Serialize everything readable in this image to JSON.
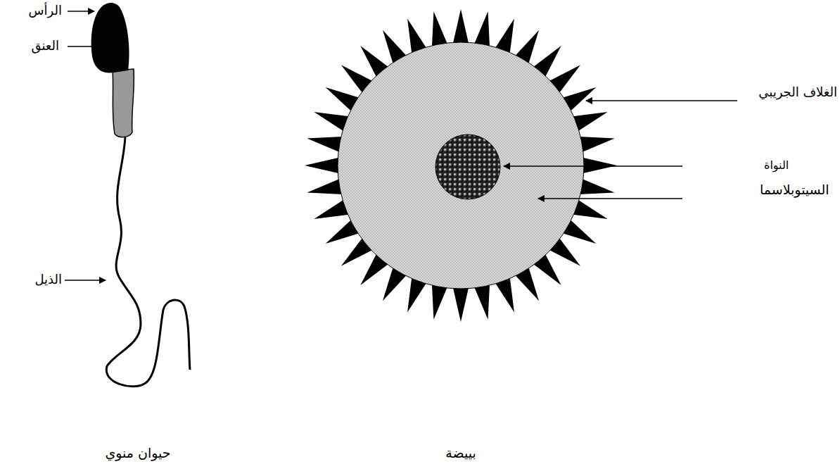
{
  "diagram": {
    "labels": [
      "الرأس",
      "العنق",
      "الغلاف الجريبي",
      "النواة",
      "السيتوبلاسما",
      "الذيل",
      "حيوان منوي",
      "بييضة"
    ]
  }
}
